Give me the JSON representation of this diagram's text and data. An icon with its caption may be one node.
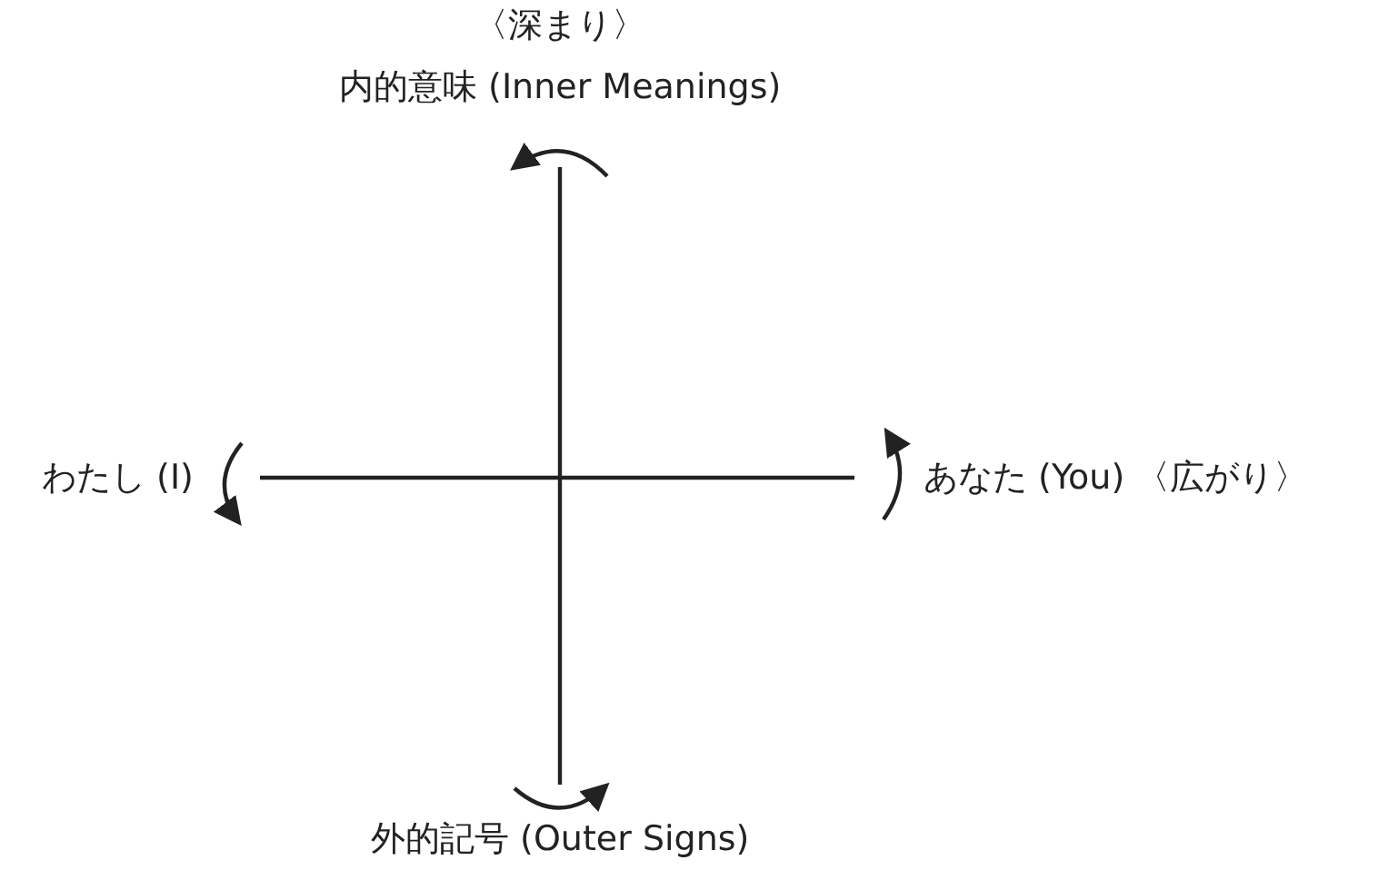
{
  "diagram": {
    "labels": [
      "〈深まり〉",
      "内的意味 (Inner Meanings)",
      "わたし (I)",
      "あなた (You) 〈広がり〉",
      "外的記号 (Outer Signs)"
    ]
  }
}
